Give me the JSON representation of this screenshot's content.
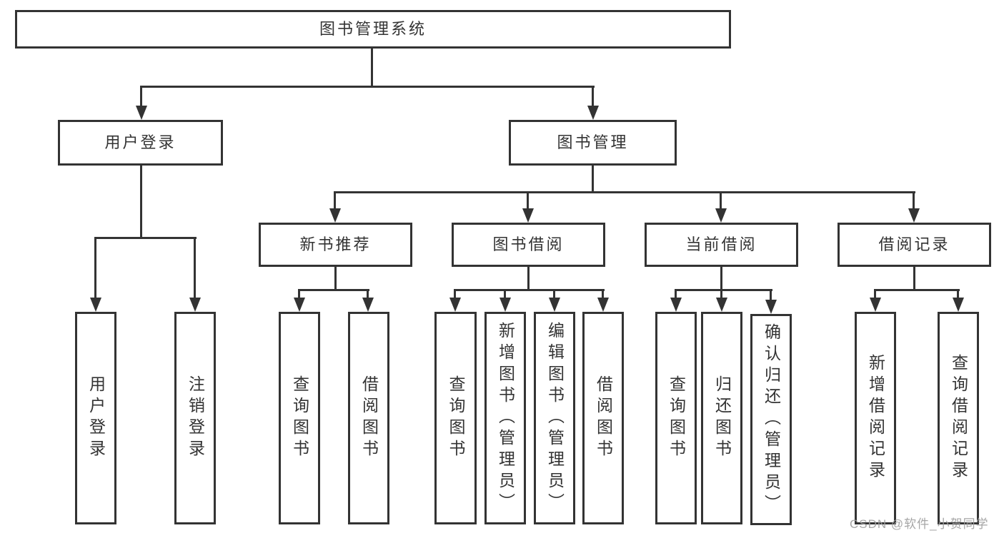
{
  "diagram_title": "图书管理系统",
  "nodes": {
    "root": {
      "label": "图书管理系统"
    },
    "user_login": {
      "label": "用户登录"
    },
    "book_mgmt": {
      "label": "图书管理"
    },
    "new_book_rec": {
      "label": "新书推荐"
    },
    "book_borrow": {
      "label": "图书借阅"
    },
    "current_borrow": {
      "label": "当前借阅"
    },
    "borrow_record": {
      "label": "借阅记录"
    },
    "leaf_user_login": {
      "label": "用户登录"
    },
    "leaf_logout": {
      "label": "注销登录"
    },
    "leaf_query_book_rec": {
      "label": "查询图书"
    },
    "leaf_borrow_book_rec": {
      "label": "借阅图书"
    },
    "leaf_query_book_borrow": {
      "label": "查询图书"
    },
    "leaf_add_book": {
      "label": "新增图书（管理员）"
    },
    "leaf_edit_book": {
      "label": "编辑图书（管理员）"
    },
    "leaf_borrow_book": {
      "label": "借阅图书"
    },
    "leaf_query_book_current": {
      "label": "查询图书"
    },
    "leaf_return_book": {
      "label": "归还图书"
    },
    "leaf_confirm_return": {
      "label": "确认归还（管理员）"
    },
    "leaf_add_borrow_record": {
      "label": "新增借阅记录"
    },
    "leaf_query_borrow_record": {
      "label": "查询借阅记录"
    }
  },
  "edges": [
    [
      "root",
      "user_login"
    ],
    [
      "root",
      "book_mgmt"
    ],
    [
      "user_login",
      "leaf_user_login"
    ],
    [
      "user_login",
      "leaf_logout"
    ],
    [
      "book_mgmt",
      "new_book_rec"
    ],
    [
      "book_mgmt",
      "book_borrow"
    ],
    [
      "book_mgmt",
      "current_borrow"
    ],
    [
      "book_mgmt",
      "borrow_record"
    ],
    [
      "new_book_rec",
      "leaf_query_book_rec"
    ],
    [
      "new_book_rec",
      "leaf_borrow_book_rec"
    ],
    [
      "book_borrow",
      "leaf_query_book_borrow"
    ],
    [
      "book_borrow",
      "leaf_add_book"
    ],
    [
      "book_borrow",
      "leaf_edit_book"
    ],
    [
      "book_borrow",
      "leaf_borrow_book"
    ],
    [
      "current_borrow",
      "leaf_query_book_current"
    ],
    [
      "current_borrow",
      "leaf_return_book"
    ],
    [
      "current_borrow",
      "leaf_confirm_return"
    ],
    [
      "borrow_record",
      "leaf_add_borrow_record"
    ],
    [
      "borrow_record",
      "leaf_query_borrow_record"
    ]
  ],
  "watermark": {
    "text": "CSDN @软件_小贺同学"
  },
  "colors": {
    "line": "#333333",
    "box_border": "#333333",
    "text": "#333333",
    "watermark": "#9e9e9e",
    "background": "#ffffff"
  }
}
